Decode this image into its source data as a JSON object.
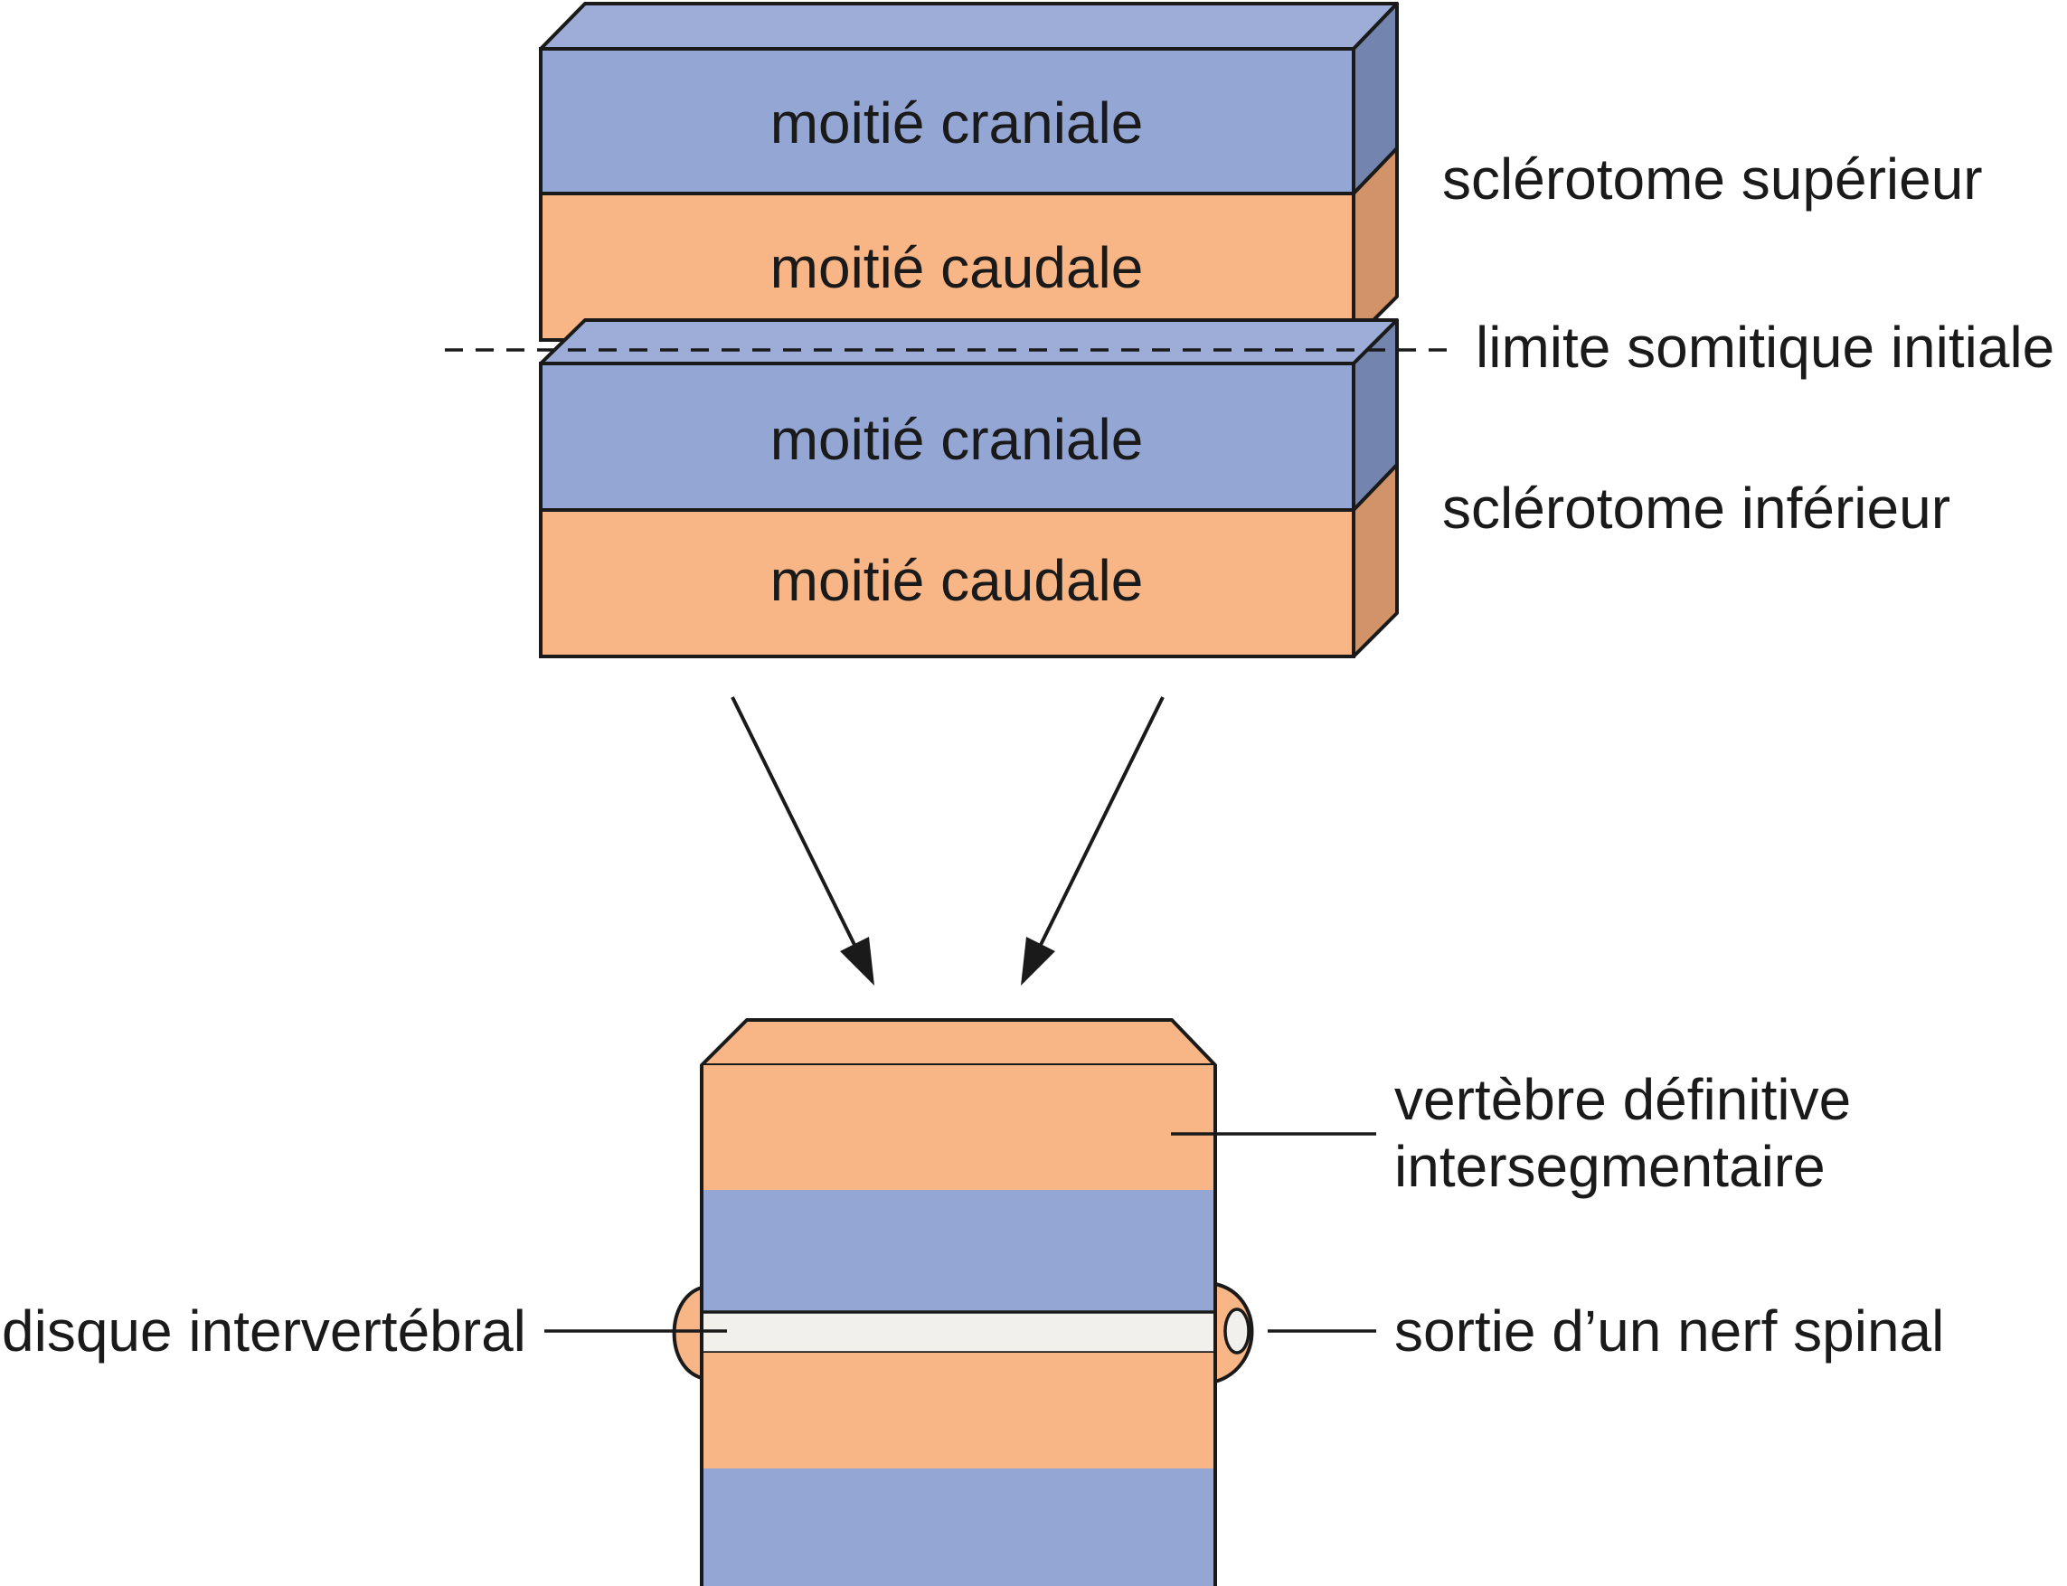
{
  "colors": {
    "cranial_front": "#94A6D4",
    "cranial_top": "#9DADD8",
    "cranial_side": "#7384AE",
    "caudal_front": "#F8B585",
    "caudal_side": "#D39369",
    "disc": "#F2F0EC",
    "outline": "#1a1a1a",
    "background": "#ffffff"
  },
  "somites": {
    "upper": {
      "cranial_label": "moitié craniale",
      "caudal_label": "moitié caudale"
    },
    "lower": {
      "cranial_label": "moitié craniale",
      "caudal_label": "moitié caudale"
    }
  },
  "labels": {
    "upper_sclerotome": "sclérotome supérieur",
    "initial_boundary": "limite somitique initiale",
    "lower_sclerotome": "sclérotome inférieur",
    "vertebra_line1": "vertèbre définitive",
    "vertebra_line2": "intersegmentaire",
    "disc": "disque intervertébral",
    "nerve_exit": "sortie d’un nerf spinal"
  }
}
